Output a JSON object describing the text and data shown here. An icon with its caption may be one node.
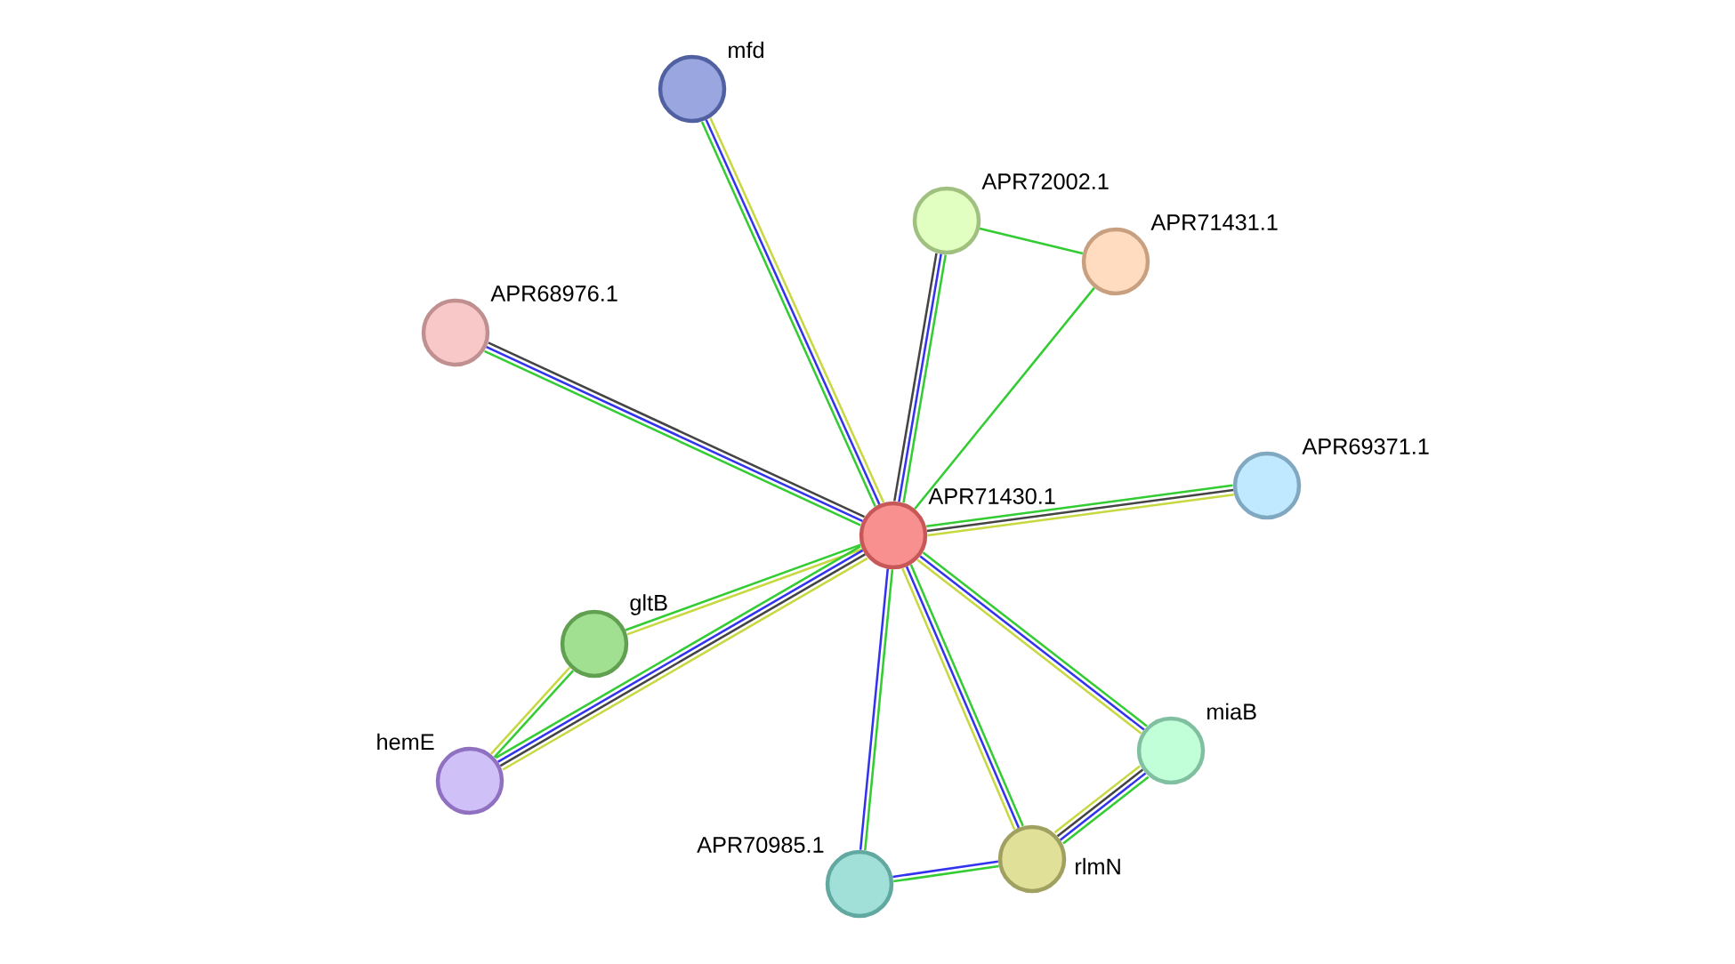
{
  "diagram": {
    "nodes": [
      {
        "text": [
          "APR71430.1"
        ]
      },
      {
        "text": [
          "mfd"
        ]
      },
      {
        "text": [
          "APR72002.1"
        ]
      },
      {
        "text": [
          "APR71431.1"
        ]
      },
      {
        "text": [
          "APR68976.1"
        ]
      },
      {
        "text": [
          "APR69371.1"
        ]
      },
      {
        "text": [
          "gltB"
        ]
      },
      {
        "text": [
          "hemE"
        ]
      },
      {
        "text": [
          "miaB"
        ]
      },
      {
        "text": [
          "rlmN"
        ]
      },
      {
        "text": [
          "APR70985.1"
        ]
      }
    ],
    "edges": [
      {
        "from": 0,
        "to": 1,
        "arrow": "none",
        "color": "#c8d840"
      },
      {
        "from": 0,
        "to": 1,
        "arrow": "none",
        "color": "#3333ee"
      },
      {
        "from": 0,
        "to": 1,
        "arrow": "none",
        "color": "#33cc33"
      },
      {
        "from": 0,
        "to": 2,
        "arrow": "none",
        "color": "#33cc33"
      },
      {
        "from": 0,
        "to": 2,
        "arrow": "none",
        "color": "#3333ee"
      },
      {
        "from": 0,
        "to": 2,
        "arrow": "none",
        "color": "#444444"
      },
      {
        "from": 2,
        "to": 3,
        "arrow": "none",
        "color": "#33cc33"
      },
      {
        "from": 3,
        "to": 0,
        "arrow": "none",
        "color": "#33cc33"
      },
      {
        "from": 0,
        "to": 4,
        "arrow": "none",
        "color": "#444444"
      },
      {
        "from": 0,
        "to": 4,
        "arrow": "none",
        "color": "#3333ee"
      },
      {
        "from": 0,
        "to": 4,
        "arrow": "none",
        "color": "#33cc33"
      },
      {
        "from": 0,
        "to": 5,
        "arrow": "none",
        "color": "#c8d840"
      },
      {
        "from": 0,
        "to": 5,
        "arrow": "none",
        "color": "#444444"
      },
      {
        "from": 0,
        "to": 5,
        "arrow": "none",
        "color": "#33cc33"
      },
      {
        "from": 0,
        "to": 6,
        "arrow": "none",
        "color": "#33cc33"
      },
      {
        "from": 0,
        "to": 6,
        "arrow": "none",
        "color": "#c8d840"
      },
      {
        "from": 6,
        "to": 7,
        "arrow": "none",
        "color": "#c8d840"
      },
      {
        "from": 6,
        "to": 7,
        "arrow": "none",
        "color": "#33cc33"
      },
      {
        "from": 0,
        "to": 7,
        "arrow": "none",
        "color": "#33cc33"
      },
      {
        "from": 0,
        "to": 7,
        "arrow": "none",
        "color": "#3333ee"
      },
      {
        "from": 0,
        "to": 7,
        "arrow": "none",
        "color": "#444444"
      },
      {
        "from": 0,
        "to": 7,
        "arrow": "none",
        "color": "#c8d840"
      },
      {
        "from": 0,
        "to": 8,
        "arrow": "none",
        "color": "#c8d840"
      },
      {
        "from": 0,
        "to": 8,
        "arrow": "none",
        "color": "#3333ee"
      },
      {
        "from": 0,
        "to": 8,
        "arrow": "none",
        "color": "#33cc33"
      },
      {
        "from": 8,
        "to": 9,
        "arrow": "none",
        "color": "#c8d840"
      },
      {
        "from": 8,
        "to": 9,
        "arrow": "none",
        "color": "#444444"
      },
      {
        "from": 8,
        "to": 9,
        "arrow": "none",
        "color": "#3333ee"
      },
      {
        "from": 8,
        "to": 9,
        "arrow": "none",
        "color": "#33cc33"
      },
      {
        "from": 0,
        "to": 9,
        "arrow": "none",
        "color": "#c8d840"
      },
      {
        "from": 0,
        "to": 9,
        "arrow": "none",
        "color": "#3333ee"
      },
      {
        "from": 0,
        "to": 9,
        "arrow": "none",
        "color": "#33cc33"
      },
      {
        "from": 0,
        "to": 10,
        "arrow": "none",
        "color": "#3333ee"
      },
      {
        "from": 0,
        "to": 10,
        "arrow": "none",
        "color": "#33cc33"
      },
      {
        "from": 10,
        "to": 9,
        "arrow": "none",
        "color": "#3333ee"
      },
      {
        "from": 10,
        "to": 9,
        "arrow": "none",
        "color": "#33cc33"
      }
    ]
  }
}
